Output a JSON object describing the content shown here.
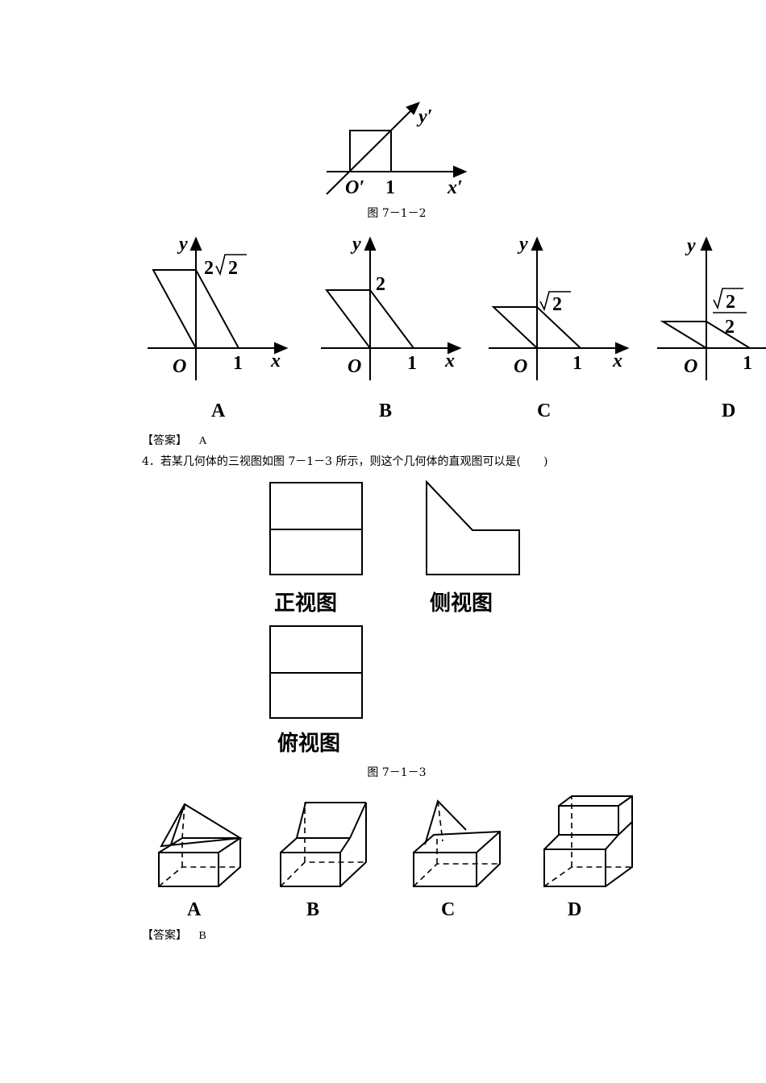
{
  "figure_712": {
    "caption": "图 7－1－2",
    "label_y": "y′",
    "label_x": "x′",
    "label_origin": "O′",
    "label_one": "1"
  },
  "options_q3": [
    {
      "letter": "A",
      "y": "y",
      "x": "x",
      "o": "O",
      "one": "1",
      "height_label": "2",
      "sqrt_label": "2"
    },
    {
      "letter": "B",
      "y": "y",
      "x": "x",
      "o": "O",
      "one": "1",
      "height_label": "2"
    },
    {
      "letter": "C",
      "y": "y",
      "x": "x",
      "o": "O",
      "one": "1",
      "sqrt_label": "2"
    },
    {
      "letter": "D",
      "y": "y",
      "o": "O",
      "one": "1",
      "frac_num": "2",
      "frac_den": "2"
    }
  ],
  "answer_q3": {
    "label": "【答案】",
    "value": "A"
  },
  "question_4": {
    "text": "4．若某几何体的三视图如图 7－1－3 所示，则这个几何体的直观图可以是(　　)"
  },
  "three_views": {
    "front": "正视图",
    "side": "侧视图",
    "top": "俯视图",
    "caption": "图 7－1－3"
  },
  "options_q4": [
    "A",
    "B",
    "C",
    "D"
  ],
  "answer_q4": {
    "label": "【答案】",
    "value": "B"
  }
}
